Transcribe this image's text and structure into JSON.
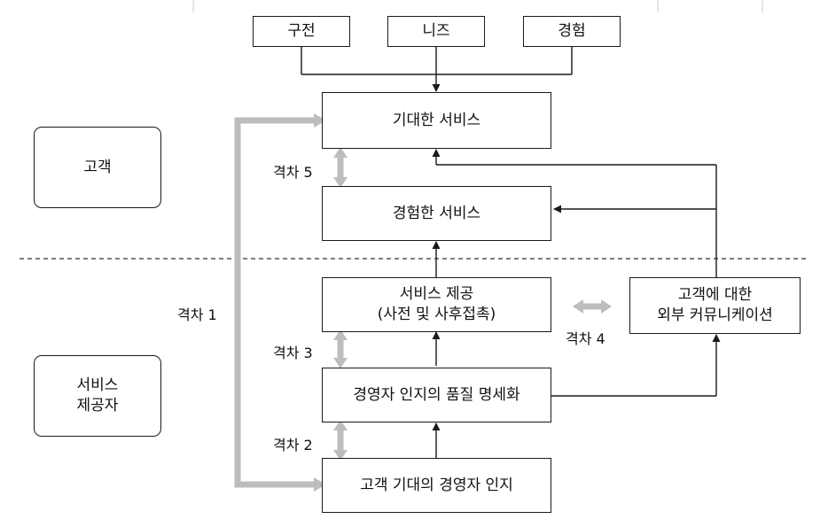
{
  "sources": {
    "word_of_mouth": "구전",
    "needs": "니즈",
    "experience": "경험"
  },
  "roles": {
    "customer": "고객",
    "provider_line1": "서비스",
    "provider_line2": "제공자"
  },
  "boxes": {
    "expected_service": "기대한 서비스",
    "perceived_service": "경험한 서비스",
    "service_delivery_line1": "서비스 제공",
    "service_delivery_line2": "(사전 및 사후접촉)",
    "external_comm_line1": "고객에 대한",
    "external_comm_line2": "외부 커뮤니케이션",
    "quality_specs": "경영자 인지의 품질 명세화",
    "management_perception": "고객 기대의 경영자 인지"
  },
  "gaps": {
    "gap1": "격차 1",
    "gap2": "격차 2",
    "gap3": "격차 3",
    "gap4": "격차 4",
    "gap5": "격차 5"
  },
  "colors": {
    "line": "#1a1a1a",
    "gap_arrow": "#bdbdbd",
    "dashed": "#555555"
  }
}
